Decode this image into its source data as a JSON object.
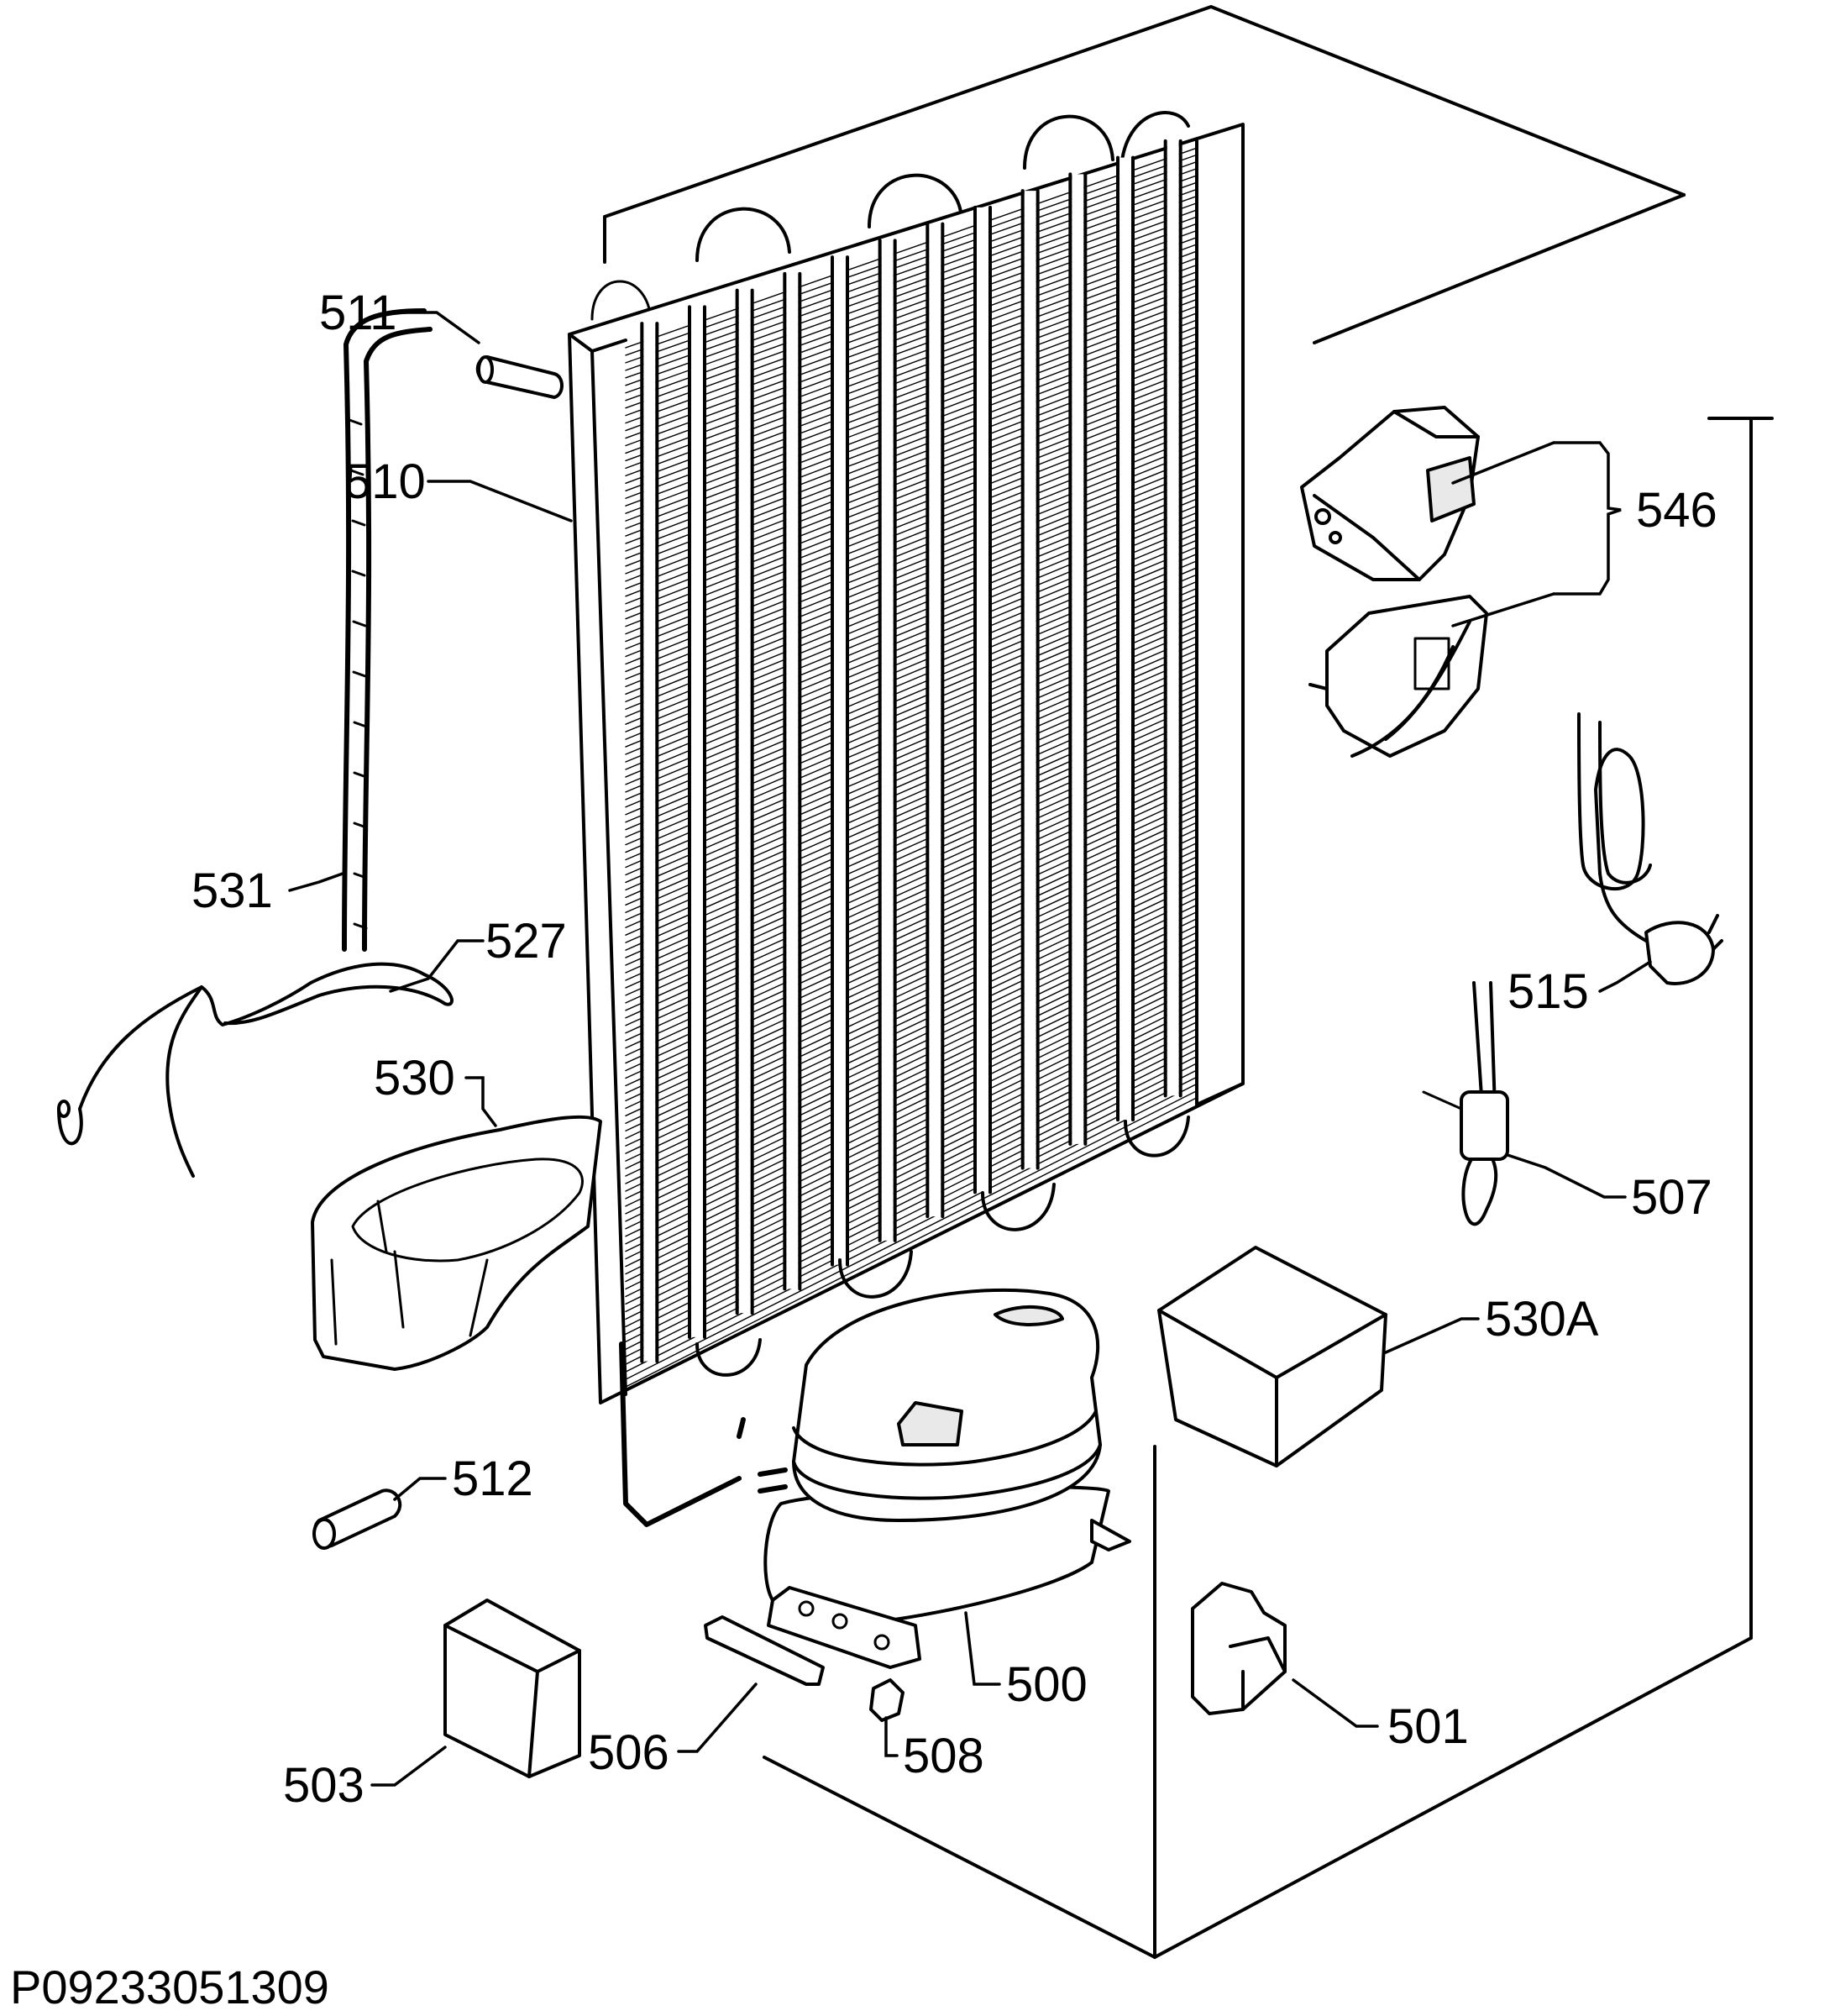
{
  "diagram": {
    "code": "P09233051309",
    "callouts": {
      "p511": "511",
      "p510": "510",
      "p531": "531",
      "p527": "527",
      "p530": "530",
      "p512": "512",
      "p503": "503",
      "p506": "506",
      "p508": "508",
      "p500": "500",
      "p501": "501",
      "p530A": "530A",
      "p507": "507",
      "p515": "515",
      "p546": "546"
    }
  }
}
